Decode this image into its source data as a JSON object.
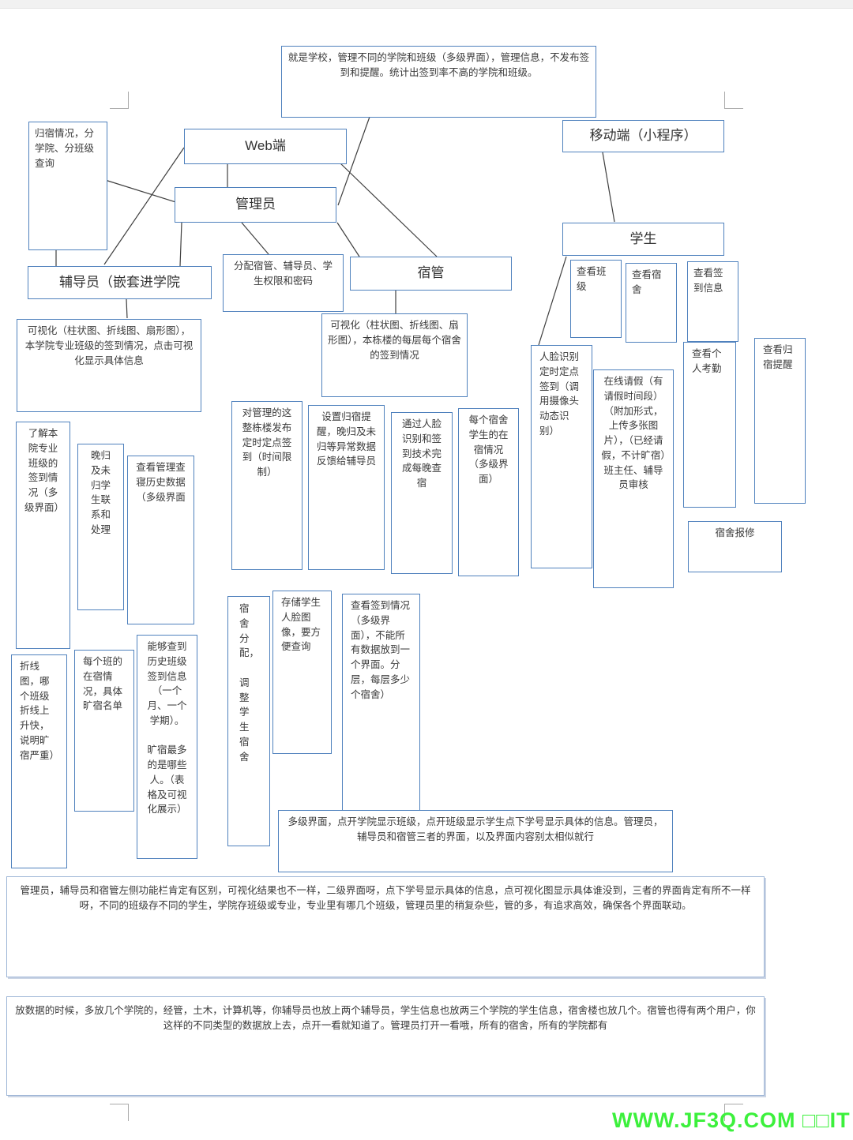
{
  "page": {
    "watermark_text": "WWW.JF3Q.COM □□IT",
    "watermark_color": "#3cf03c",
    "box_border_color": "#4f81bd",
    "note_border_color": "#9db5d6",
    "connector_color": "#3f3f3f"
  },
  "nodes": {
    "school_note": {
      "label": "就是学校，管理不同的学院和班级（多级界面），管理信息，不发布签到和提醒。统计出签到率不高的学院和班级。"
    },
    "web_client": {
      "label": "Web端"
    },
    "mobile_client": {
      "label": "移动端（小程序）"
    },
    "admin": {
      "label": "管理员"
    },
    "return_query": {
      "label": "归宿情况，分学院、分班级查询"
    },
    "counselor": {
      "label": "辅导员（嵌套进学院"
    },
    "assign_perms": {
      "label": "分配宿管、辅导员、学生权限和密码"
    },
    "dorm_manager": {
      "label": "宿管"
    },
    "student": {
      "label": "学生"
    },
    "view_class": {
      "label": "查看班级"
    },
    "view_dorm": {
      "label": "查看宿舍"
    },
    "view_checkin_info": {
      "label": "查看签到信息"
    },
    "viz_college": {
      "label": "可视化（柱状图、折线图、扇形图），本学院专业班级的签到情况，点击可视化显示具体信息"
    },
    "viz_building": {
      "label": "可视化（柱状图、折线图、扇形图），本栋楼的每层每个宿舍的签到情况"
    },
    "face_checkin": {
      "label": "人脸识别定时定点签到（调用摄像头动态识别）"
    },
    "online_leave": {
      "label": "在线请假（有请假时间段）（附加形式，上传多张图片），（已经请假，不计旷宿）班主任、辅导员审核"
    },
    "personal_attendance": {
      "label": "查看个人考勤"
    },
    "return_reminder": {
      "label": "查看归宿提醒"
    },
    "dorm_repair": {
      "label": "宿舍报修"
    },
    "know_college": {
      "label": "了解本院专业班级的签到情况（多级界面）"
    },
    "late_return": {
      "label": "晚归及未归学生联系和处理"
    },
    "history_view": {
      "label": "查看管理查寝历史数据（多级界面"
    },
    "building_checkin": {
      "label": "对管理的这整栋楼发布定时定点签到（时间限制）"
    },
    "reminder_feedback": {
      "label": "设置归宿提醒，晚归及未归等异常数据反馈给辅导员"
    },
    "face_night_check": {
      "label": "通过人脸识别和签到技术完成每晚查宿"
    },
    "dorm_status": {
      "label": "每个宿舍学生的在宿情况（多级界面）"
    },
    "line_chart": {
      "label": "折线图，哪个班级折线上升快，说明旷宿严重）"
    },
    "class_status": {
      "label": "每个班的在宿情况，具体旷宿名单"
    },
    "history_query": {
      "label": "能够查到历史班级签到信息（一个月、一个学期）。\n\n旷宿最多的是哪些人。（表格及可视化展示）"
    },
    "dorm_assign": {
      "label": "宿舍分配，\n\n调整学生宿舍"
    },
    "face_storage": {
      "label": "存储学生人脸图像，要方便查询"
    },
    "checkin_multilevel": {
      "label": "查看签到情况（多级界面），不能所有数据放到一个界面。分层，每层多少个宿舍）"
    },
    "multilevel_note": {
      "label": "多级界面，点开学院显示班级，点开班级显示学生点下学号显示具体的信息。管理员，辅导员和宿管三者的界面，以及界面内容别太相似就行"
    },
    "roles_note": {
      "label": "管理员，辅导员和宿管左侧功能栏肯定有区别，可视化结果也不一样，二级界面呀，点下学号显示具体的信息，点可视化图显示具体谁没到，三者的界面肯定有所不一样呀，不同的班级存不同的学生，学院存班级或专业，专业里有哪几个班级，管理员里的稍复杂些，管的多，有追求高效，确保各个界面联动。"
    },
    "data_note": {
      "label": "放数据的时候，多放几个学院的，经管，土木，计算机等，你辅导员也放上两个辅导员，学生信息也放两三个学院的学生信息，宿舍楼也放几个。宿管也得有两个用户，你这样的不同类型的数据放上去，点开一看就知道了。管理员打开一看哦，所有的宿舍，所有的学院都有"
    }
  }
}
